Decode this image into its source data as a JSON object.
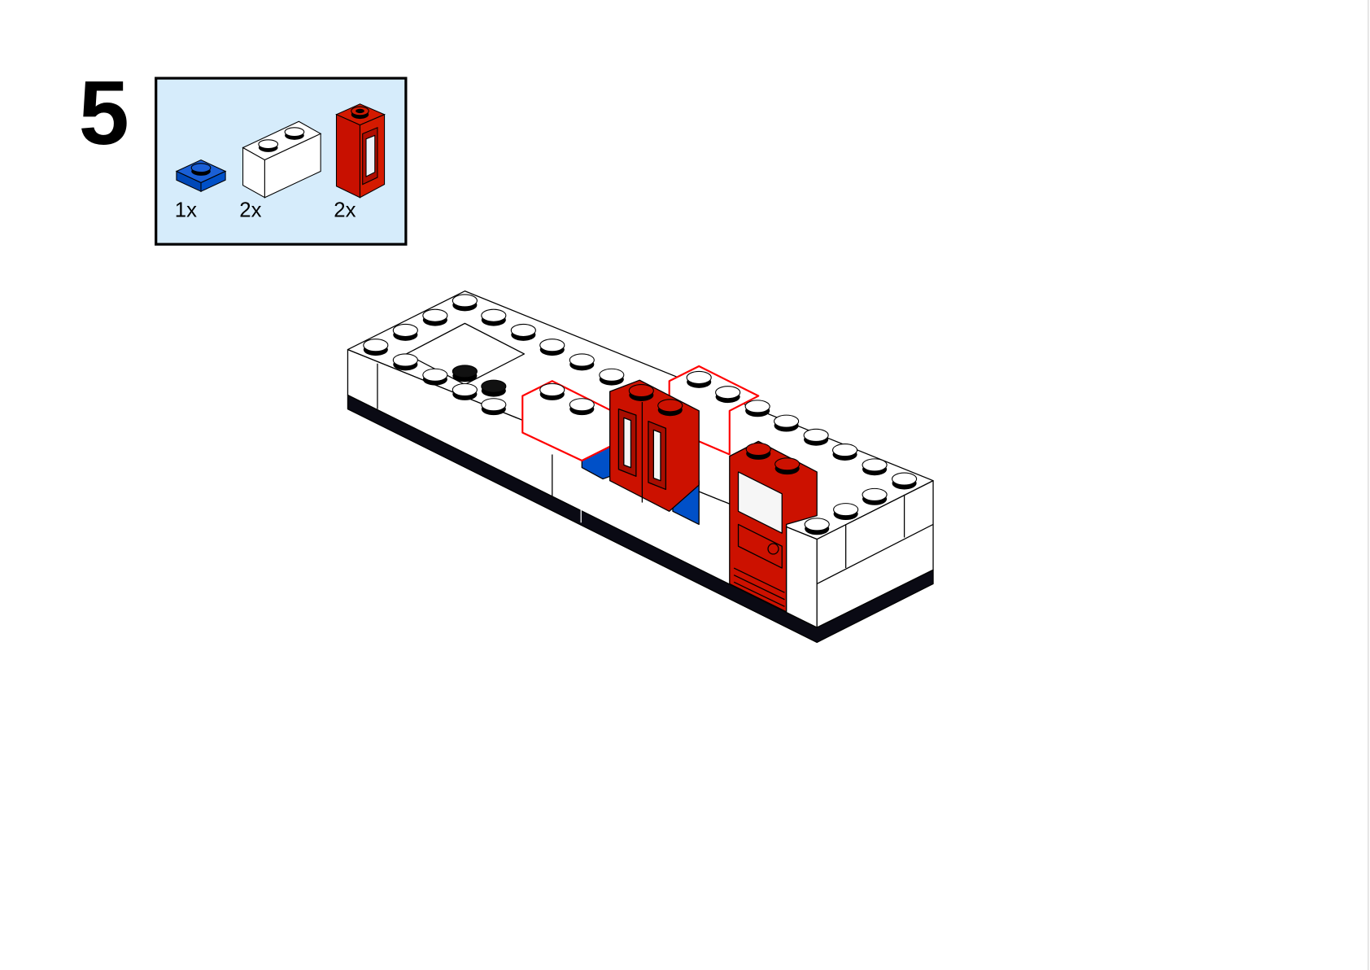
{
  "step": {
    "number": "5"
  },
  "parts_list": [
    {
      "qty": "1x",
      "color": "#0050c8"
    },
    {
      "qty": "2x",
      "color": "#ffffff"
    },
    {
      "qty": "2x",
      "color": "#cc1100"
    }
  ],
  "colors": {
    "panel_bg": "#d6ecfb",
    "highlight": "#ff0000",
    "plate": "#0a0a14"
  }
}
